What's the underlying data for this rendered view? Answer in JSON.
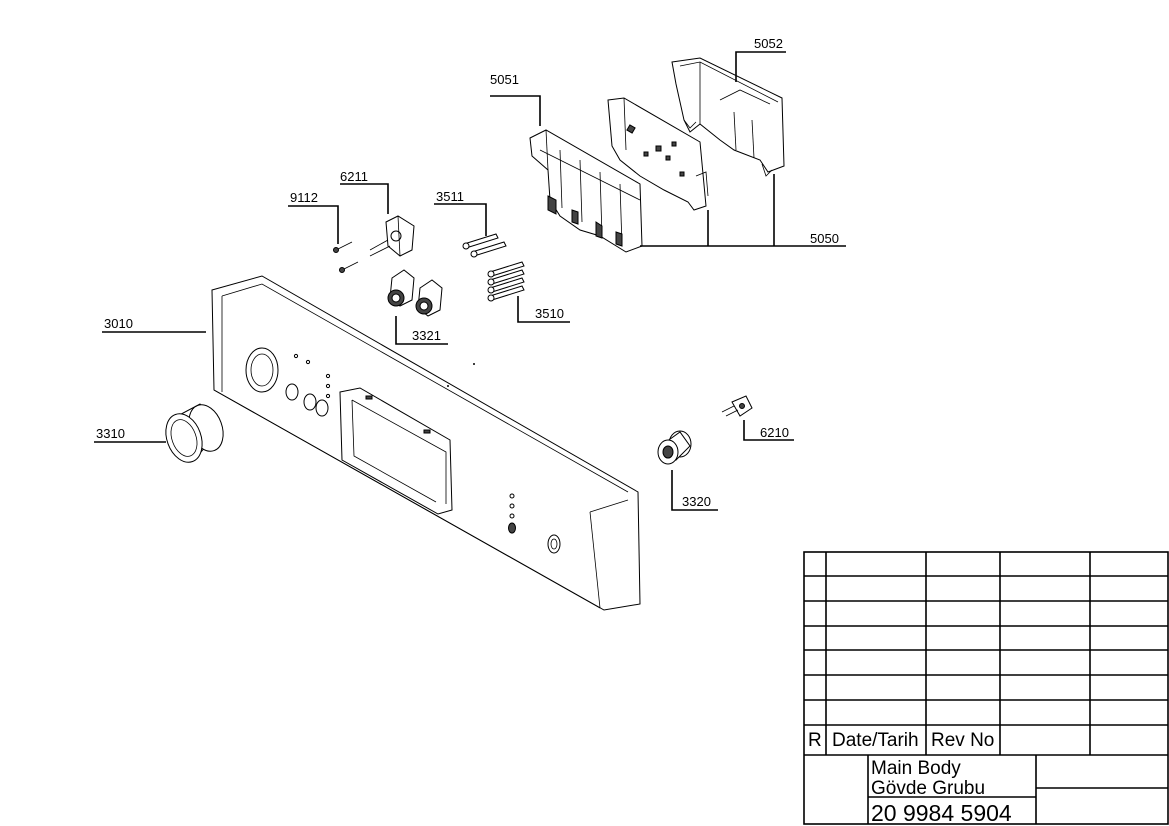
{
  "callouts": {
    "c5052": "5052",
    "c5051": "5051",
    "c6211": "6211",
    "c9112": "9112",
    "c3511": "3511",
    "c5050": "5050",
    "c3010": "3010",
    "c3321": "3321",
    "c3510": "3510",
    "c3310": "3310",
    "c6210": "6210",
    "c3320": "3320"
  },
  "title_block": {
    "rev_col": "R",
    "date_col": "Date/Tarih",
    "revno_col": "Rev No",
    "title_line1": "Main Body",
    "title_line2": "Gövde Grubu",
    "drawing_number": "20 9984 5904"
  }
}
